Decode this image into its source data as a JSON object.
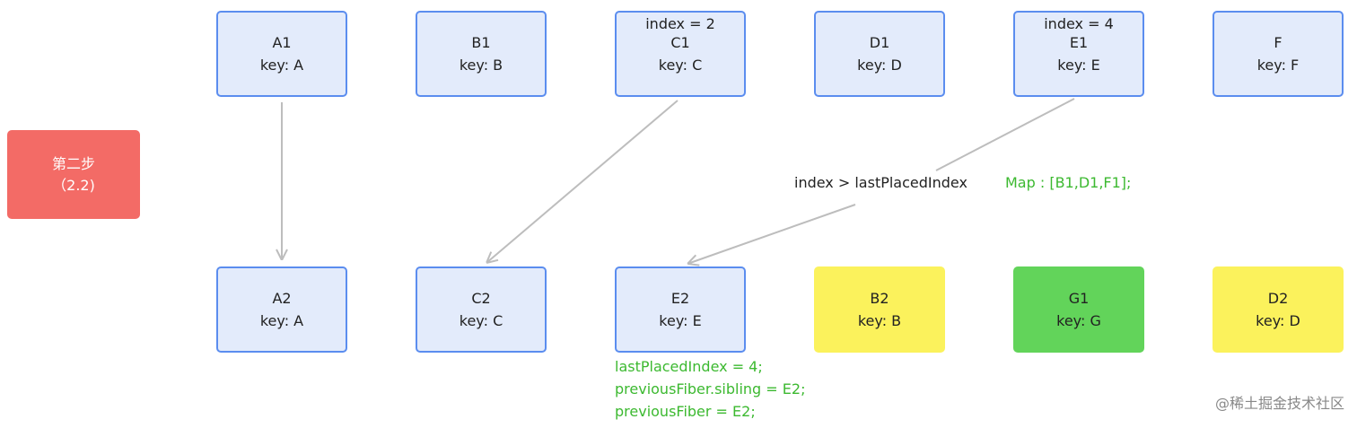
{
  "step": {
    "line1": "第二步",
    "line2": "（2.2)"
  },
  "old_nodes": [
    {
      "name": "A1",
      "key": "key: A",
      "index": ""
    },
    {
      "name": "B1",
      "key": "key: B",
      "index": ""
    },
    {
      "name": "C1",
      "key": "key: C",
      "index": "index = 2"
    },
    {
      "name": "D1",
      "key": "key: D",
      "index": ""
    },
    {
      "name": "E1",
      "key": "key: E",
      "index": "index = 4"
    },
    {
      "name": "F",
      "key": "key: F",
      "index": ""
    }
  ],
  "new_nodes": [
    {
      "name": "A2",
      "key": "key: A"
    },
    {
      "name": "C2",
      "key": "key: C"
    },
    {
      "name": "E2",
      "key": "key: E"
    },
    {
      "name": "B2",
      "key": "key: B"
    },
    {
      "name": "G1",
      "key": "key: G"
    },
    {
      "name": "D2",
      "key": "key: D"
    }
  ],
  "edge_label": "index > lastPlacedIndex",
  "map_label": "Map : [B1,D1,F1];",
  "code_lines": [
    "lastPlacedIndex = 4;",
    "previousFiber.sibling = E2;",
    "previousFiber = E2;"
  ],
  "watermark": "@稀土掘金技术社区",
  "colors": {
    "blue_fill": "#e3ebfb",
    "blue_border": "#5b8def",
    "yellow": "#fbf25c",
    "green_node": "#62d45a",
    "step_red": "#f36b66",
    "green_text": "#3cb930",
    "arrow": "#bdbdbd"
  }
}
